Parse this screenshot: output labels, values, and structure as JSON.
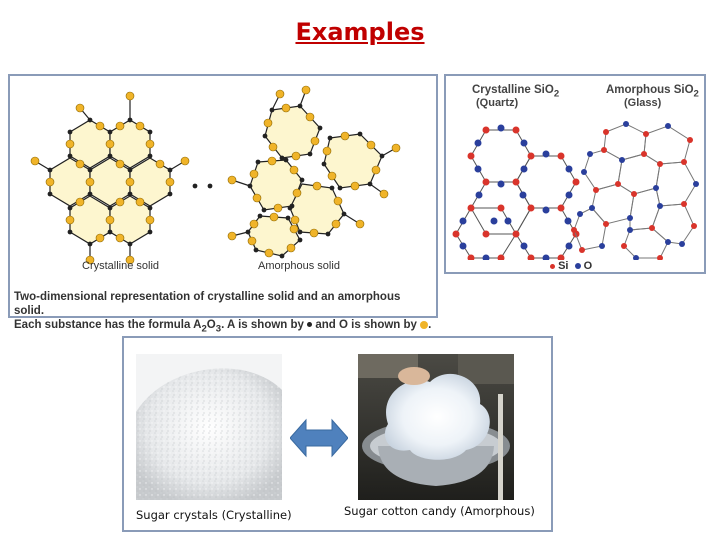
{
  "page": {
    "title": "Examples"
  },
  "figure_a2o3": {
    "label_crystalline": "Crystalline solid",
    "label_amorphous": "Amorphous solid",
    "caption_line1": "Two-dimensional representation of crystalline solid and an amorphous solid.",
    "caption_line2_prefix": "Each substance has the formula A",
    "caption_sub2": "2",
    "caption_O": "O",
    "caption_sub3": "3",
    "caption_mid": ". A is shown by",
    "caption_mid2": "and O is shown by",
    "caption_end": "."
  },
  "figure_sio2": {
    "crystalline_title": "Crystalline SiO",
    "crystalline_sub": "2",
    "crystalline_note": "(Quartz)",
    "amorphous_title": "Amorphous SiO",
    "amorphous_sub": "2",
    "amorphous_note": "(Glass)",
    "legend_si": "Si",
    "legend_o": "O",
    "colors": {
      "si": "#d9342b",
      "o": "#2a3f9c"
    }
  },
  "photos": {
    "left_caption": "Sugar crystals (Crystalline)",
    "right_caption": "Sugar cotton candy (Amorphous)",
    "arrow_color": "#4f81bd"
  }
}
